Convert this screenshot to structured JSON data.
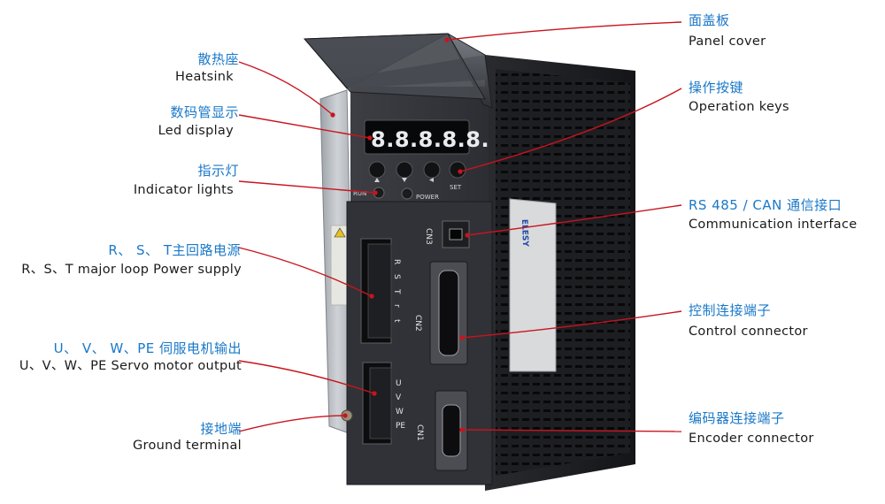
{
  "labels": {
    "panel_cover": {
      "zh": "面盖板",
      "en": "Panel cover"
    },
    "operation_keys": {
      "zh": "操作按键",
      "en": "Operation keys"
    },
    "communication": {
      "zh": "RS 485 / CAN  通信接口",
      "en": "Communication interface"
    },
    "control_connector": {
      "zh": "控制连接端子",
      "en": "Control connector"
    },
    "encoder_connector": {
      "zh": "编码器连接端子",
      "en": "Encoder connector"
    },
    "heatsink": {
      "zh": "散热座",
      "en": "Heatsink"
    },
    "led_display": {
      "zh": "数码管显示",
      "en": "Led display"
    },
    "indicator_lights": {
      "zh": "指示灯",
      "en": "Indicator lights"
    },
    "rst_power": {
      "zh": "R、 S、 T主回路电源",
      "en": "R、S、T major loop Power supply"
    },
    "uvw_output": {
      "zh": "U、 V、 W、PE  伺服电机输出",
      "en": "U、V、W、PE Servo motor output"
    },
    "ground": {
      "zh": "接地端",
      "en": "Ground terminal"
    }
  },
  "device": {
    "display_digits": "8.8.8.8.8.",
    "run_label": "RUN",
    "power_label": "POWER",
    "set_label": "SET",
    "brand": "ELESY",
    "cn1": "CN1",
    "cn2": "CN2",
    "cn3": "CN3",
    "rst_terminals": [
      "R",
      "S",
      "T",
      "r",
      "t"
    ],
    "uvw_terminals": [
      "U",
      "V",
      "W",
      "PE"
    ]
  },
  "colors": {
    "leader_line": "#c8141e",
    "label_zh": "#1a78c8",
    "label_en": "#1a1a1a"
  }
}
